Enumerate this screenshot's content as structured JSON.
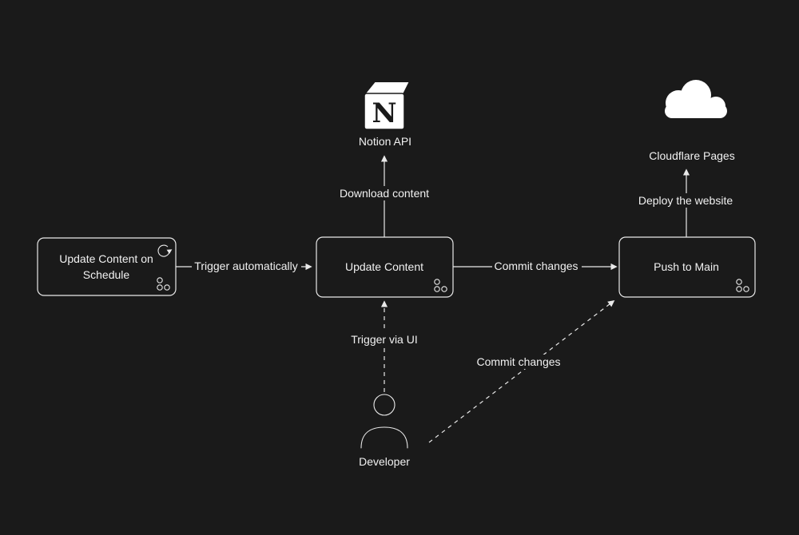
{
  "diagram": {
    "nodes": {
      "notion": {
        "label": "Notion API",
        "letter": "N"
      },
      "cloudflare_pages": {
        "label": "Cloudflare Pages"
      },
      "update_on_schedule": {
        "line1": "Update Content on",
        "line2": "Schedule"
      },
      "update_content": {
        "label": "Update Content"
      },
      "push_to_main": {
        "label": "Push to Main"
      },
      "developer": {
        "label": "Developer"
      }
    },
    "edges": {
      "trigger_automatically": "Trigger automatically",
      "download_content": "Download content",
      "commit_changes_top": "Commit changes",
      "deploy_the_website": "Deploy the website",
      "trigger_via_ui": "Trigger via UI",
      "commit_changes_diagonal": "Commit changes"
    },
    "icons": {
      "notion_cube": "notion-cube-icon",
      "cloudflare_cloud": "cloudflare-cloud-icon",
      "refresh": "refresh-icon",
      "workflow_dots": "workflow-dots-icon",
      "developer_person": "developer-person-icon"
    },
    "colors": {
      "background": "#1a1a1a",
      "stroke": "#e9e9e9",
      "text": "#f1f1f1",
      "logo_fill": "#ffffff"
    }
  }
}
